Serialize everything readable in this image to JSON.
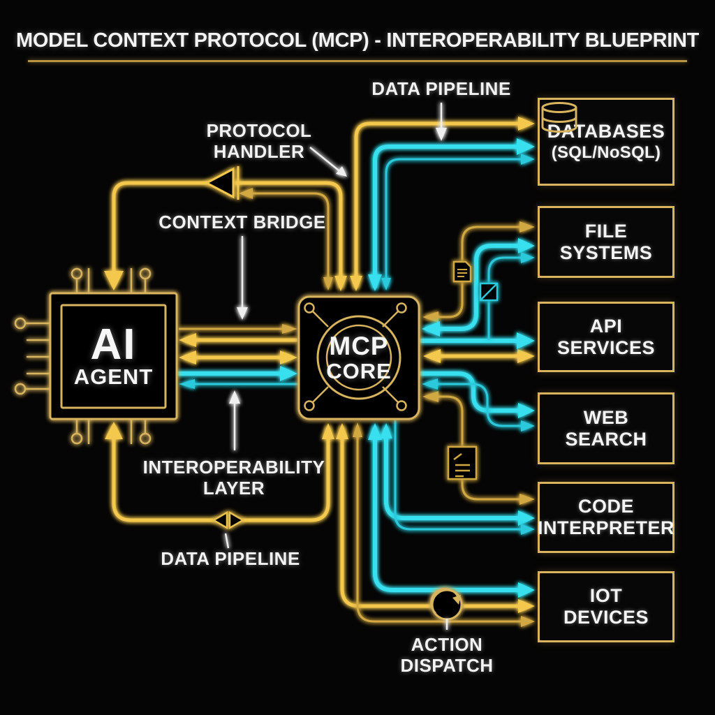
{
  "title": "MODEL CONTEXT PROTOCOL (MCP) - INTEROPERABILITY BLUEPRINT",
  "hub": {
    "ai_agent": {
      "line1": "AI",
      "line2": "AGENT"
    },
    "mcp_core": {
      "line1": "MCP",
      "line2": "CORE"
    }
  },
  "targets": [
    {
      "id": "databases",
      "line1": "DATABASES",
      "line2": "(SQL/NoSQL)",
      "icon": "database-cylinder-icon"
    },
    {
      "id": "file-systems",
      "line1": "FILE",
      "line2": "SYSTEMS"
    },
    {
      "id": "api-services",
      "line1": "API",
      "line2": "SERVICES"
    },
    {
      "id": "web-search",
      "line1": "WEB",
      "line2": "SEARCH"
    },
    {
      "id": "code-interpreter",
      "line1": "CODE",
      "line2": "INTERPRETER"
    },
    {
      "id": "iot-devices",
      "line1": "IOT",
      "line2": "DEVICES"
    }
  ],
  "annotations": {
    "data_pipeline_top": "DATA PIPELINE",
    "protocol_handler_1": "PROTOCOL",
    "protocol_handler_2": "HANDLER",
    "context_bridge": "CONTEXT BRIDGE",
    "interoperability_1": "INTEROPERABILITY",
    "interoperability_2": "LAYER",
    "data_pipeline_bottom": "DATA PIPELINE",
    "action_dispatch_1": "ACTION",
    "action_dispatch_2": "DISPATCH"
  },
  "icons": [
    "database-cylinder-icon",
    "document-icon",
    "document-list-icon",
    "component-icon",
    "rotate-dispatch-icon",
    "triangle-valve-icon",
    "bidirectional-valve-icon",
    "chip-pins"
  ],
  "colors": {
    "background": "#050505",
    "gold_bright": "#f3c84e",
    "gold_dim": "#d2a843",
    "box_border_gold": "#d9b45e",
    "cyan_bright": "#38e0ef",
    "cyan_dim": "#2bc9db",
    "text_white": "#f2f2f2"
  }
}
